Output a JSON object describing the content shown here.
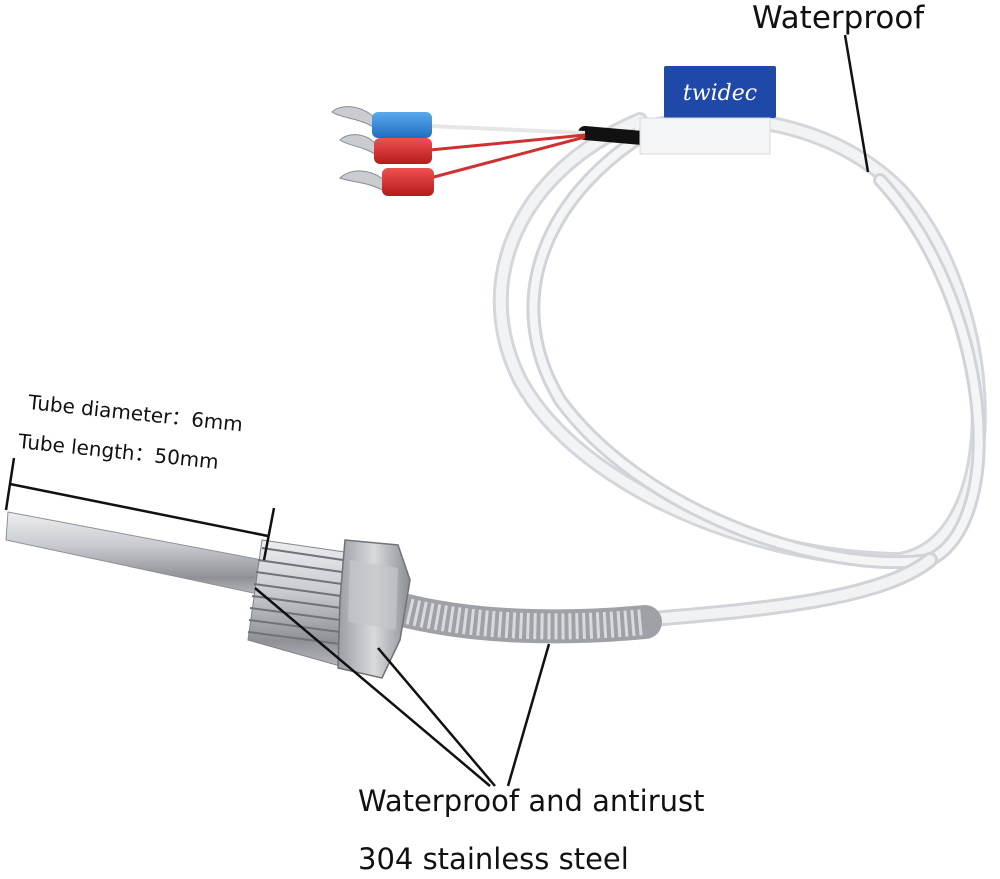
{
  "labels": {
    "waterproof": "Waterproof",
    "tube_diameter": "Tube diameter：6mm",
    "tube_length": "Tube length：50mm",
    "waterproof_antirust": "Waterproof and antirust",
    "stainless_steel": "304 stainless steel"
  },
  "brand_tag": {
    "text": "twidec"
  },
  "colors": {
    "background": "#ffffff",
    "cable": "#e9ecef",
    "steel": "#b8bcc0",
    "terminal_blue": "#2c86d6",
    "terminal_red": "#d42a2a",
    "tag_blue": "#1f49a8"
  }
}
